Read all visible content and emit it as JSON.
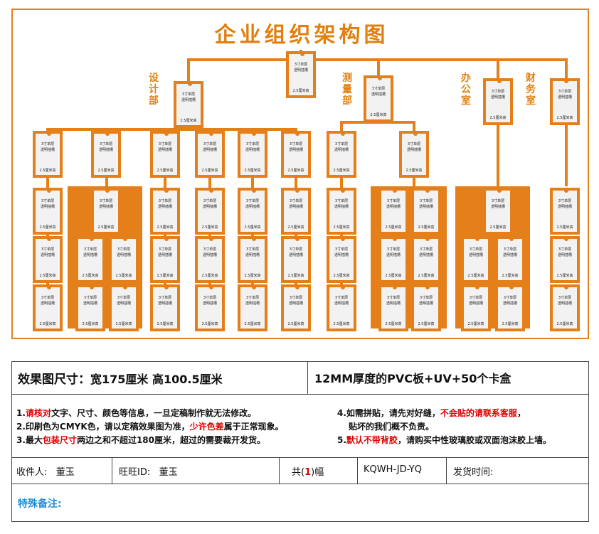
{
  "board": {
    "title": "企业组织架构图",
    "card": {
      "line1": "3寸单层",
      "line2": "透明插槽",
      "line3": "2.5厘米高"
    },
    "departments": {
      "design": "设计部",
      "survey": "测量部",
      "office": "办公室",
      "finance": "财务室"
    }
  },
  "colors": {
    "accent": "#e57f1a",
    "title_orange": "#e2800f",
    "note_red": "#e00000",
    "remark_blue": "#1a8fd8"
  },
  "spec": {
    "size_label": "效果图尺寸：",
    "size_value": "宽175厘米  高100.5厘米",
    "material": "12MM厚度的PVC板+UV+50个卡盒",
    "notes": {
      "n1_pre": "1.",
      "n1_red": "请核对",
      "n1_post": "文字、尺寸、颜色等信息，一旦定稿制作就无法修改。",
      "n2_pre": "2.印刷色为CMYK色，请以定稿效果图为准，",
      "n2_red": "少许色差",
      "n2_post": "属于正常现象。",
      "n3_pre": "3.最大",
      "n3_red": "包装尺寸",
      "n3_post": "两边之和不超过180厘米，超过的需要裁开发货。",
      "n4_pre": "4.如需拼贴，请先对好缝，",
      "n4_red": "不会贴的请联系客服",
      "n4_post": "，",
      "n4b": "贴坏的我们概不负责。",
      "n5_pre": "5.",
      "n5_red": "默认不带背胶",
      "n5_post": "，请购买中性玻璃胶或双面泡沫胶上墙。"
    },
    "receiver_label": "收件人:",
    "receiver": "董玉",
    "wangwang_label": "旺旺ID:",
    "wangwang": "董玉",
    "count_pre": "共(",
    "count": "1",
    "count_post": ")幅",
    "code": "KQWH-JD-YQ",
    "ship_label": "发货时间:",
    "remark_label": "特殊备注:"
  }
}
